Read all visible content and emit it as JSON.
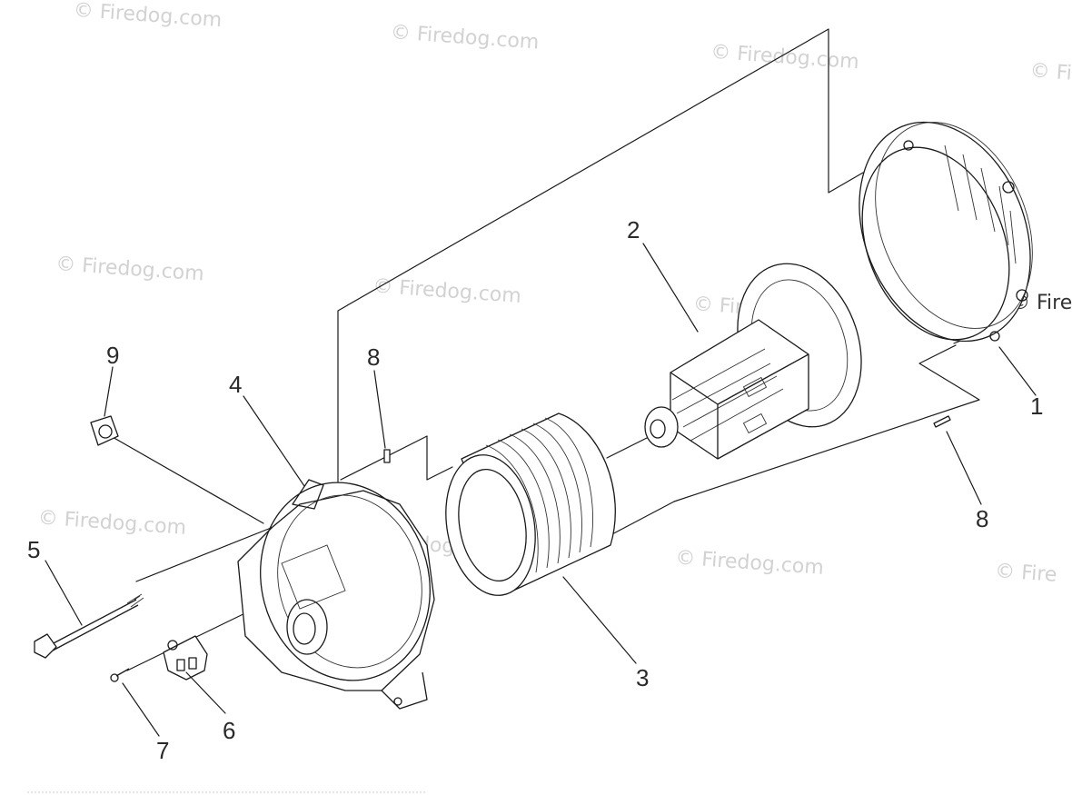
{
  "watermark_text": "© Firedog.com",
  "edge_watermark_text": "© Fire",
  "callouts": {
    "c1": "1",
    "c2": "2",
    "c3": "3",
    "c4": "4",
    "c5": "5",
    "c6": "6",
    "c7": "7",
    "c8a": "8",
    "c8b": "8",
    "c9": "9"
  }
}
